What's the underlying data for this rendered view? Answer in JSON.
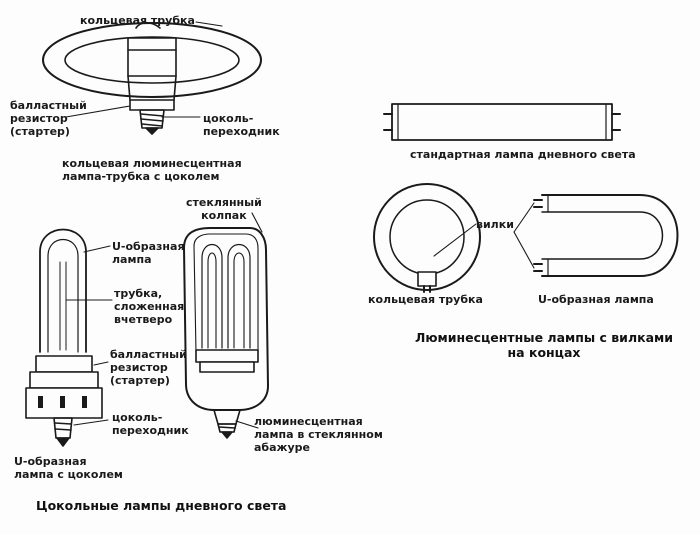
{
  "labels": {
    "ring_tube_top": "кольцевая трубка",
    "ballast_resistor": [
      "балластный",
      "резистор",
      "(стартер)"
    ],
    "socket_adapter_top": [
      "цоколь-",
      "переходник"
    ],
    "ring_lamp_caption": [
      "кольцевая люминесцентная",
      "лампа-трубка с цоколем"
    ],
    "u_lamp": [
      "U-образная",
      "лампа"
    ],
    "tube_folded": [
      "трубка,",
      "сложенная",
      "вчетверо"
    ],
    "ballast_resistor_left": [
      "балластный",
      "резистор",
      "(стартер)"
    ],
    "socket_adapter_left": [
      "цоколь-",
      "переходник"
    ],
    "u_lamp_with_base": [
      "U-образная",
      "лампа с цоколем"
    ],
    "glass_cap": [
      "стеклянный",
      "колпак"
    ],
    "glass_shade_lamp": [
      "люминесцентная",
      "лампа в стеклянном",
      "абажуре"
    ],
    "standard_lamp": "стандартная лампа дневного света",
    "pins": "вилки",
    "ring_tube_right": "кольцевая трубка",
    "u_lamp_right": "U-образная лампа"
  },
  "captions": {
    "base_lamps": "Цокольные лампы дневного света",
    "pin_lamps": [
      "Люминесцентные лампы с вилками",
      "на концах"
    ]
  }
}
